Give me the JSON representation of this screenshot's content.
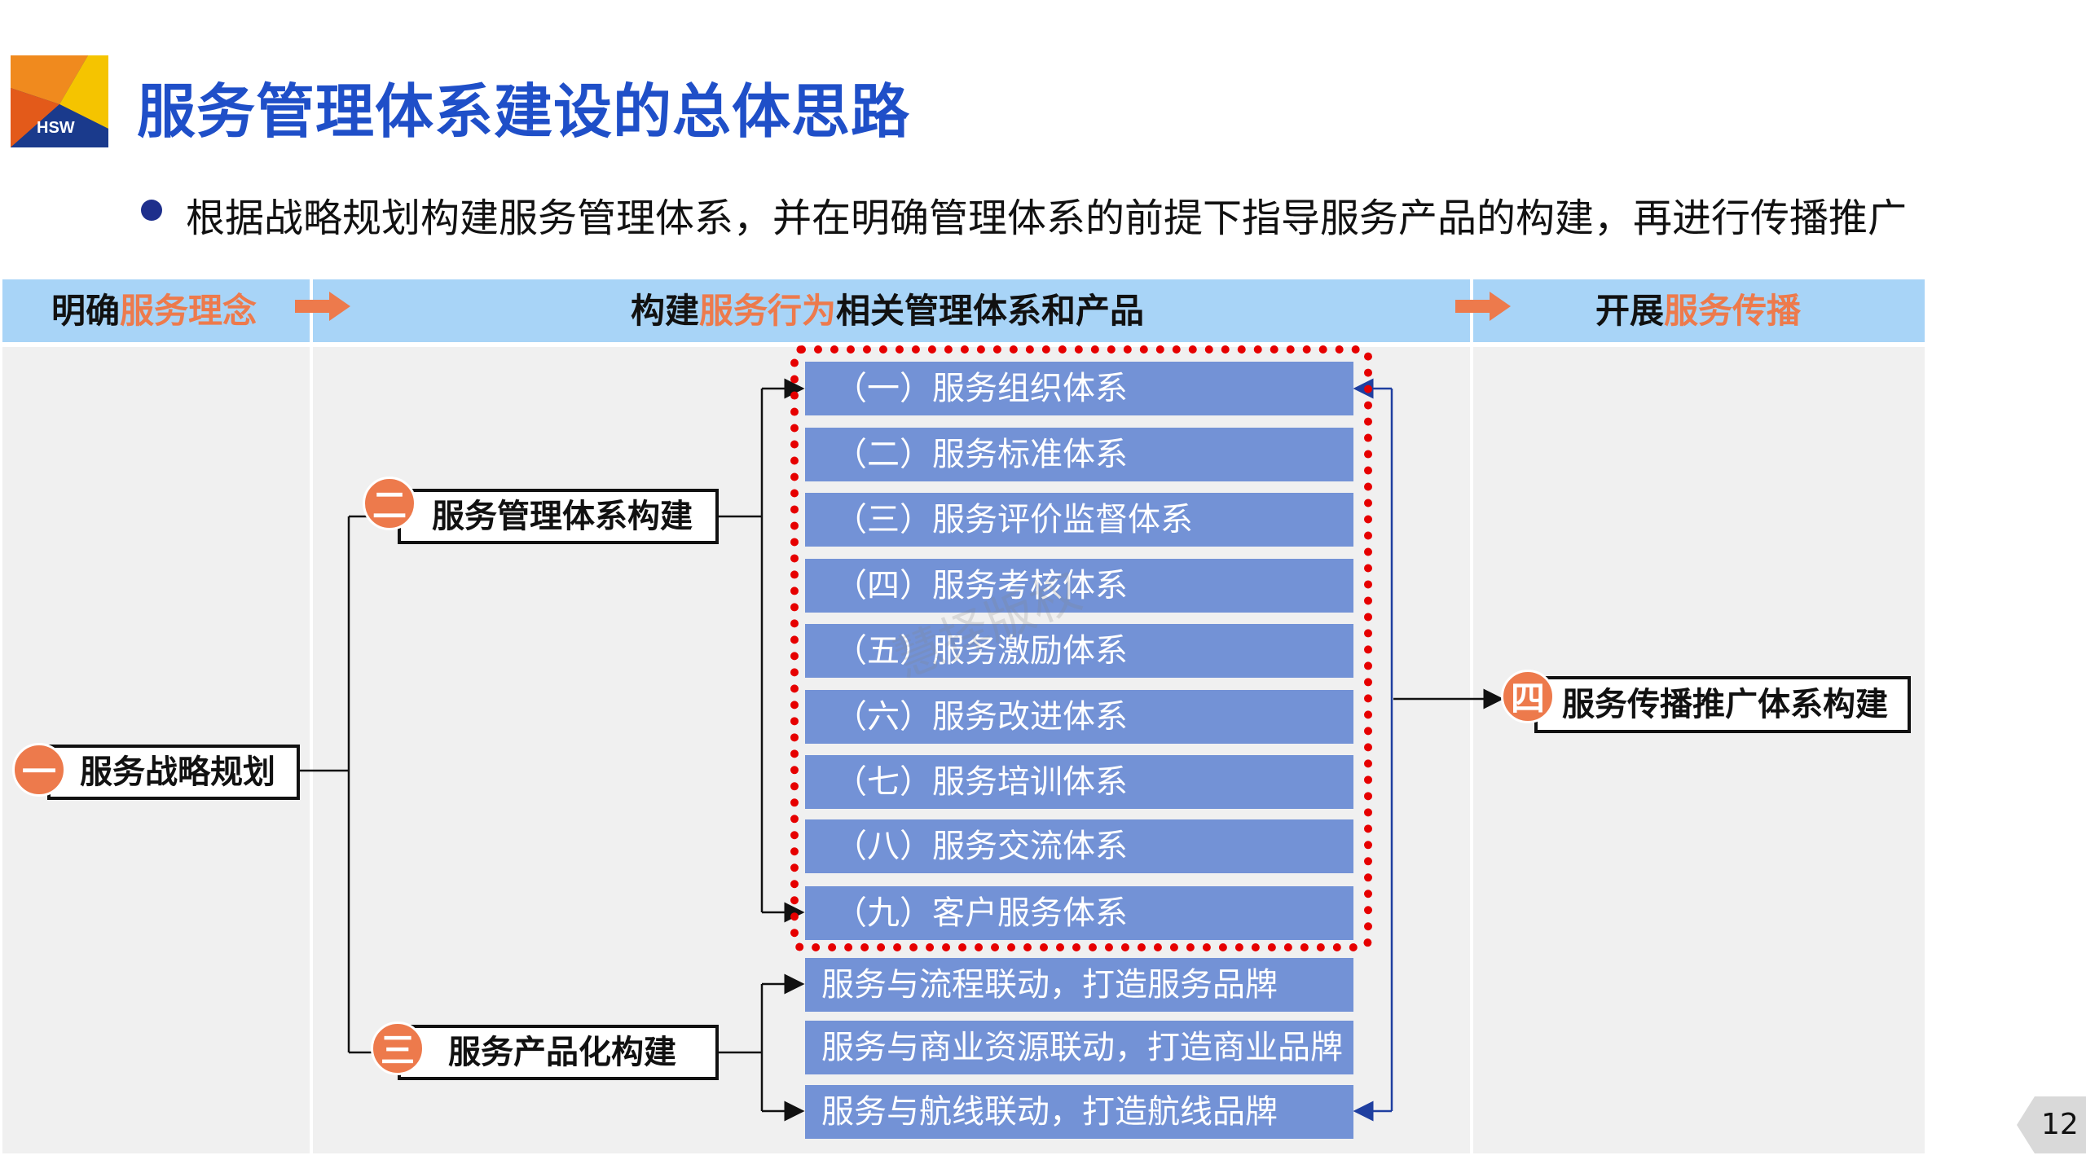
{
  "title": "服务管理体系建设的总体思路",
  "logo_text": "HSW",
  "subtitle": "根据战略规划构建服务管理体系，并在明确管理体系的前提下指导服务产品的构建，再进行传播推广",
  "header": {
    "col1": {
      "pre": "明确",
      "hl": "服务理念"
    },
    "col2": {
      "pre": "构建",
      "hl": "服务行为",
      "post": "相关管理体系和产品"
    },
    "col3": {
      "pre": "开展",
      "hl": "服务传播"
    }
  },
  "nodes": {
    "strategy": {
      "badge": "一",
      "label": "服务战略规划"
    },
    "management": {
      "badge": "二",
      "label": "服务管理体系构建"
    },
    "product": {
      "badge": "三",
      "label": "服务产品化构建"
    },
    "promotion": {
      "badge": "四",
      "label": "服务传播推广体系构建"
    }
  },
  "management_items": [
    "（一）服务组织体系",
    "（二）服务标准体系",
    "（三）服务评价监督体系",
    "（四）服务考核体系",
    "（五）服务激励体系",
    "（六）服务改进体系",
    "（七）服务培训体系",
    "（八）服务交流体系",
    "（九）客户服务体系"
  ],
  "product_items": [
    "服务与流程联动，打造服务品牌",
    "服务与商业资源联动，打造商业品牌",
    "服务与航线联动，打造航线品牌"
  ],
  "watermark": "慧择版权",
  "page_number": "12",
  "colors": {
    "title": "#1f4fc8",
    "accent": "#ed7a4c",
    "header_bg": "#a8d4f7",
    "item_bg": "#7392d6",
    "highlight_border": "#e60000"
  }
}
